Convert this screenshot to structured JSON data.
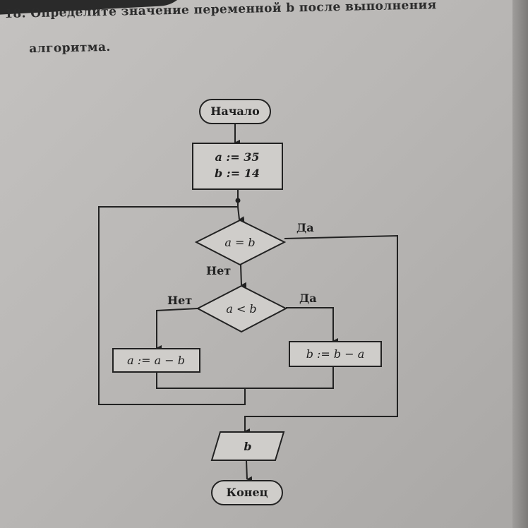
{
  "task": {
    "line1": "18. Определите значение переменной b после выполнения",
    "line2": "алгоритма."
  },
  "flowchart": {
    "start": "Начало",
    "init_a": "a := 35",
    "init_b": "b := 14",
    "cond1": "a = b",
    "cond1_yes": "Да",
    "cond1_no": "Нет",
    "cond2": "a < b",
    "cond2_yes": "Да",
    "cond2_no": "Нет",
    "op_left": "a := a − b",
    "op_right": "b := b − a",
    "output": "b",
    "end": "Конец"
  }
}
